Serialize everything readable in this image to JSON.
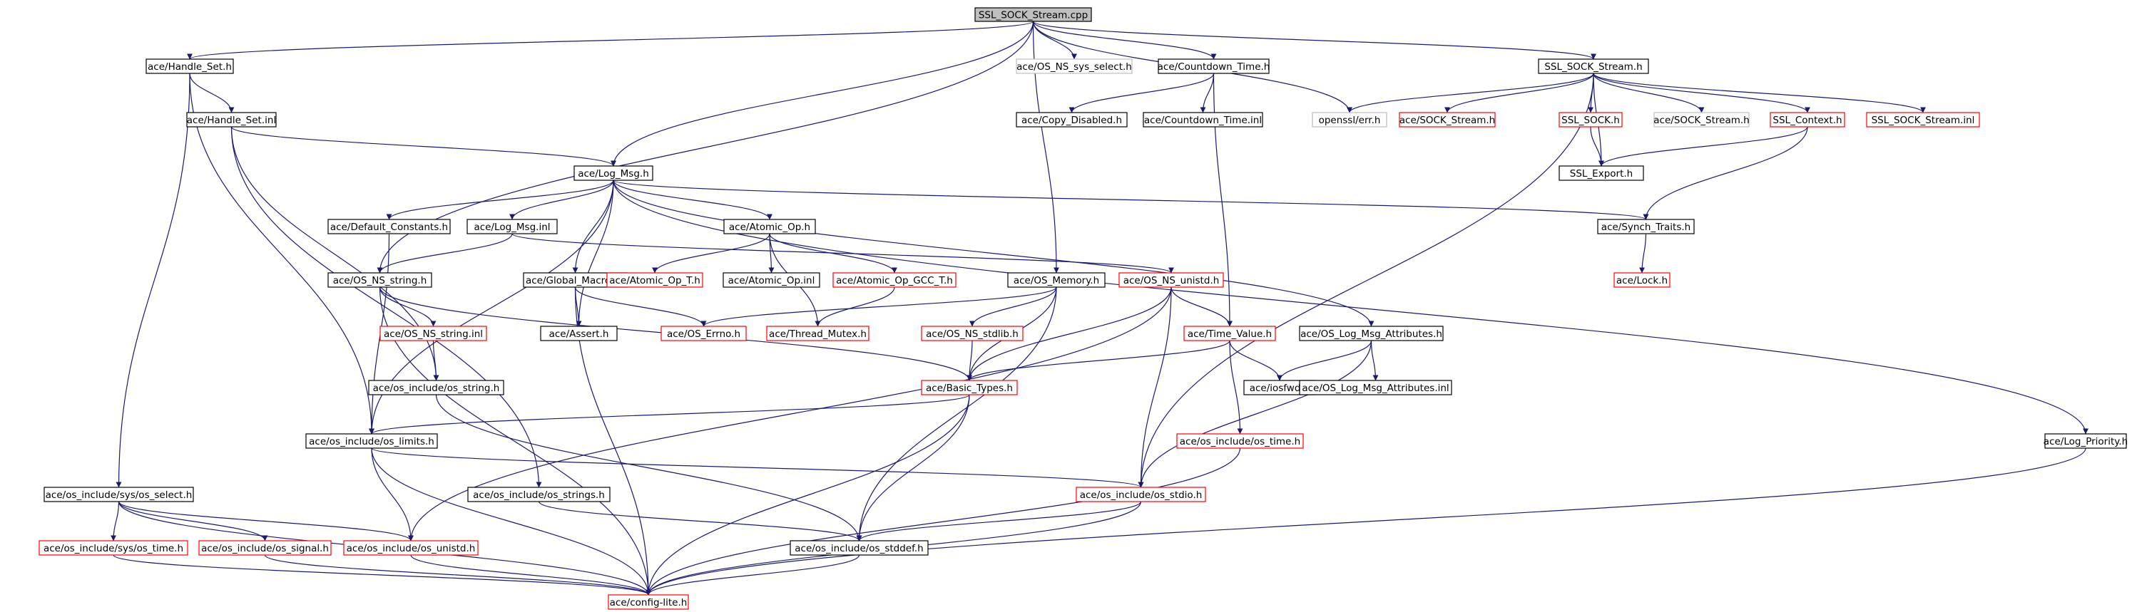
{
  "title": "SSL_SOCK_Stream.cpp",
  "colors": {
    "edge": "#191970",
    "black_border": "#000000",
    "red_border": "#ff0000",
    "gray_border": "#bfbfbf",
    "root_fill": "#bfbfbf",
    "text": "#000000"
  },
  "nodes": [
    {
      "id": "root",
      "label": "SSL_SOCK_Stream.cpp",
      "style": "root"
    },
    {
      "id": "handle_set_h",
      "label": "ace/Handle_Set.h",
      "style": "black"
    },
    {
      "id": "os_ns_sys_select",
      "label": "ace/OS_NS_sys_select.h",
      "style": "gray"
    },
    {
      "id": "countdown_time_h",
      "label": "ace/Countdown_Time.h",
      "style": "black"
    },
    {
      "id": "openssl_err",
      "label": "openssl/err.h",
      "style": "gray"
    },
    {
      "id": "ssl_sock_stream_h",
      "label": "SSL_SOCK_Stream.h",
      "style": "black"
    },
    {
      "id": "handle_set_inl",
      "label": "ace/Handle_Set.inl",
      "style": "black"
    },
    {
      "id": "copy_disabled",
      "label": "ace/Copy_Disabled.h",
      "style": "black"
    },
    {
      "id": "countdown_time_inl",
      "label": "ace/Countdown_Time.inl",
      "style": "black"
    },
    {
      "id": "ace_sock_stream_h_red",
      "label": "ace/SOCK_Stream.h",
      "style": "red"
    },
    {
      "id": "ssl_sock_h",
      "label": "SSL_SOCK.h",
      "style": "red"
    },
    {
      "id": "ace_sock_stream_h_gray",
      "label": "ace/SOCK_Stream.h",
      "style": "gray"
    },
    {
      "id": "ssl_context_h",
      "label": "SSL_Context.h",
      "style": "red"
    },
    {
      "id": "ssl_sock_stream_inl",
      "label": "SSL_SOCK_Stream.inl",
      "style": "red"
    },
    {
      "id": "log_msg_h",
      "label": "ace/Log_Msg.h",
      "style": "black"
    },
    {
      "id": "ssl_export_h",
      "label": "SSL_Export.h",
      "style": "black"
    },
    {
      "id": "default_constants",
      "label": "ace/Default_Constants.h",
      "style": "black"
    },
    {
      "id": "log_msg_inl",
      "label": "ace/Log_Msg.inl",
      "style": "black"
    },
    {
      "id": "atomic_op_h",
      "label": "ace/Atomic_Op.h",
      "style": "black"
    },
    {
      "id": "synch_traits",
      "label": "ace/Synch_Traits.h",
      "style": "black"
    },
    {
      "id": "os_ns_string_h",
      "label": "ace/OS_NS_string.h",
      "style": "black"
    },
    {
      "id": "global_macros",
      "label": "ace/Global_Macros.h",
      "style": "black"
    },
    {
      "id": "atomic_op_t",
      "label": "ace/Atomic_Op_T.h",
      "style": "red"
    },
    {
      "id": "atomic_op_inl",
      "label": "ace/Atomic_Op.inl",
      "style": "black"
    },
    {
      "id": "atomic_op_gcc_t",
      "label": "ace/Atomic_Op_GCC_T.h",
      "style": "red"
    },
    {
      "id": "os_memory",
      "label": "ace/OS_Memory.h",
      "style": "black"
    },
    {
      "id": "os_ns_unistd",
      "label": "ace/OS_NS_unistd.h",
      "style": "red"
    },
    {
      "id": "lock_h",
      "label": "ace/Lock.h",
      "style": "red"
    },
    {
      "id": "os_ns_string_inl",
      "label": "ace/OS_NS_string.inl",
      "style": "red"
    },
    {
      "id": "assert_h",
      "label": "ace/Assert.h",
      "style": "black"
    },
    {
      "id": "os_errno",
      "label": "ace/OS_Errno.h",
      "style": "red"
    },
    {
      "id": "thread_mutex",
      "label": "ace/Thread_Mutex.h",
      "style": "red"
    },
    {
      "id": "os_ns_stdlib",
      "label": "ace/OS_NS_stdlib.h",
      "style": "red"
    },
    {
      "id": "time_value",
      "label": "ace/Time_Value.h",
      "style": "red"
    },
    {
      "id": "os_log_msg_attr_h",
      "label": "ace/OS_Log_Msg_Attributes.h",
      "style": "black"
    },
    {
      "id": "os_include_os_string",
      "label": "ace/os_include/os_string.h",
      "style": "black"
    },
    {
      "id": "basic_types",
      "label": "ace/Basic_Types.h",
      "style": "red"
    },
    {
      "id": "iosfwd",
      "label": "ace/iosfwd.h",
      "style": "black"
    },
    {
      "id": "os_log_msg_attr_inl",
      "label": "ace/OS_Log_Msg_Attributes.inl",
      "style": "black"
    },
    {
      "id": "os_include_os_limits",
      "label": "ace/os_include/os_limits.h",
      "style": "black"
    },
    {
      "id": "os_include_os_time",
      "label": "ace/os_include/os_time.h",
      "style": "red"
    },
    {
      "id": "log_priority",
      "label": "ace/Log_Priority.h",
      "style": "black"
    },
    {
      "id": "os_include_sys_os_select",
      "label": "ace/os_include/sys/os_select.h",
      "style": "black"
    },
    {
      "id": "os_include_os_strings",
      "label": "ace/os_include/os_strings.h",
      "style": "black"
    },
    {
      "id": "os_include_os_stdio",
      "label": "ace/os_include/os_stdio.h",
      "style": "red"
    },
    {
      "id": "os_include_sys_os_time",
      "label": "ace/os_include/sys/os_time.h",
      "style": "red"
    },
    {
      "id": "os_include_os_signal",
      "label": "ace/os_include/os_signal.h",
      "style": "red"
    },
    {
      "id": "os_include_os_unistd",
      "label": "ace/os_include/os_unistd.h",
      "style": "red"
    },
    {
      "id": "os_include_os_stddef",
      "label": "ace/os_include/os_stddef.h",
      "style": "black"
    },
    {
      "id": "config_lite",
      "label": "ace/config-lite.h",
      "style": "red"
    }
  ],
  "edges": [
    [
      "root",
      "handle_set_h"
    ],
    [
      "root",
      "os_ns_sys_select"
    ],
    [
      "root",
      "countdown_time_h"
    ],
    [
      "root",
      "openssl_err"
    ],
    [
      "root",
      "ssl_sock_stream_h"
    ],
    [
      "root",
      "log_msg_h"
    ],
    [
      "root",
      "os_ns_string_h"
    ],
    [
      "root",
      "os_memory"
    ],
    [
      "handle_set_h",
      "handle_set_inl"
    ],
    [
      "handle_set_h",
      "os_include_sys_os_select"
    ],
    [
      "handle_set_h",
      "os_include_os_limits"
    ],
    [
      "handle_set_inl",
      "log_msg_h"
    ],
    [
      "handle_set_inl",
      "os_include_os_string"
    ],
    [
      "handle_set_inl",
      "os_include_os_strings"
    ],
    [
      "countdown_time_h",
      "copy_disabled"
    ],
    [
      "countdown_time_h",
      "countdown_time_inl"
    ],
    [
      "countdown_time_h",
      "time_value"
    ],
    [
      "ssl_sock_stream_h",
      "openssl_err"
    ],
    [
      "ssl_sock_stream_h",
      "ace_sock_stream_h_red"
    ],
    [
      "ssl_sock_stream_h",
      "ssl_sock_h"
    ],
    [
      "ssl_sock_stream_h",
      "ace_sock_stream_h_gray"
    ],
    [
      "ssl_sock_stream_h",
      "ssl_context_h"
    ],
    [
      "ssl_sock_stream_h",
      "ssl_sock_stream_inl"
    ],
    [
      "ssl_sock_stream_h",
      "ssl_export_h"
    ],
    [
      "ssl_sock_stream_h",
      "os_include_os_stdio"
    ],
    [
      "ssl_sock_h",
      "ssl_export_h"
    ],
    [
      "ssl_context_h",
      "ssl_export_h"
    ],
    [
      "ssl_context_h",
      "synch_traits"
    ],
    [
      "log_msg_h",
      "default_constants"
    ],
    [
      "log_msg_h",
      "log_msg_inl"
    ],
    [
      "log_msg_h",
      "atomic_op_h"
    ],
    [
      "log_msg_h",
      "synch_traits"
    ],
    [
      "log_msg_h",
      "global_macros"
    ],
    [
      "log_msg_h",
      "assert_h"
    ],
    [
      "log_msg_h",
      "os_include_os_limits"
    ],
    [
      "log_msg_h",
      "os_log_msg_attr_h"
    ],
    [
      "log_msg_h",
      "log_priority"
    ],
    [
      "default_constants",
      "os_include_os_limits"
    ],
    [
      "log_msg_inl",
      "os_ns_string_h"
    ],
    [
      "log_msg_inl",
      "os_ns_unistd"
    ],
    [
      "atomic_op_h",
      "atomic_op_t"
    ],
    [
      "atomic_op_h",
      "atomic_op_inl"
    ],
    [
      "atomic_op_h",
      "atomic_op_gcc_t"
    ],
    [
      "atomic_op_h",
      "thread_mutex"
    ],
    [
      "synch_traits",
      "lock_h"
    ],
    [
      "os_ns_string_h",
      "os_ns_string_inl"
    ],
    [
      "os_ns_string_h",
      "basic_types"
    ],
    [
      "os_ns_string_h",
      "config_lite"
    ],
    [
      "os_ns_string_inl",
      "os_include_os_string"
    ],
    [
      "global_macros",
      "assert_h"
    ],
    [
      "global_macros",
      "os_errno"
    ],
    [
      "global_macros",
      "config_lite"
    ],
    [
      "atomic_op_gcc_t",
      "thread_mutex"
    ],
    [
      "os_memory",
      "os_errno"
    ],
    [
      "os_memory",
      "basic_types"
    ],
    [
      "os_memory",
      "os_ns_stdlib"
    ],
    [
      "os_memory",
      "os_include_os_stddef"
    ],
    [
      "os_ns_unistd",
      "time_value"
    ],
    [
      "os_ns_unistd",
      "basic_types"
    ],
    [
      "os_ns_unistd",
      "os_include_os_unistd"
    ],
    [
      "os_ns_unistd",
      "os_include_os_stdio"
    ],
    [
      "os_ns_stdlib",
      "basic_types"
    ],
    [
      "time_value",
      "basic_types"
    ],
    [
      "time_value",
      "iosfwd"
    ],
    [
      "time_value",
      "os_include_os_time"
    ],
    [
      "os_log_msg_attr_h",
      "iosfwd"
    ],
    [
      "os_log_msg_attr_h",
      "os_log_msg_attr_inl"
    ],
    [
      "os_log_msg_attr_h",
      "os_include_os_stdio"
    ],
    [
      "os_include_os_string",
      "os_include_os_stddef"
    ],
    [
      "basic_types",
      "os_include_os_limits"
    ],
    [
      "basic_types",
      "os_include_os_stddef"
    ],
    [
      "basic_types",
      "config_lite"
    ],
    [
      "os_include_os_limits",
      "os_include_os_unistd"
    ],
    [
      "os_include_os_limits",
      "os_include_os_stdio"
    ],
    [
      "os_include_os_limits",
      "config_lite"
    ],
    [
      "os_include_os_time",
      "config_lite"
    ],
    [
      "log_priority",
      "config_lite"
    ],
    [
      "os_include_sys_os_select",
      "os_include_sys_os_time"
    ],
    [
      "os_include_sys_os_select",
      "os_include_os_signal"
    ],
    [
      "os_include_sys_os_select",
      "os_include_os_unistd"
    ],
    [
      "os_include_sys_os_select",
      "config_lite"
    ],
    [
      "os_include_os_strings",
      "os_include_os_stddef"
    ],
    [
      "os_include_os_stdio",
      "os_include_os_stddef"
    ],
    [
      "os_include_os_stdio",
      "config_lite"
    ],
    [
      "os_include_sys_os_time",
      "config_lite"
    ],
    [
      "os_include_os_signal",
      "config_lite"
    ],
    [
      "os_include_os_unistd",
      "config_lite"
    ],
    [
      "os_include_os_stddef",
      "config_lite"
    ]
  ]
}
